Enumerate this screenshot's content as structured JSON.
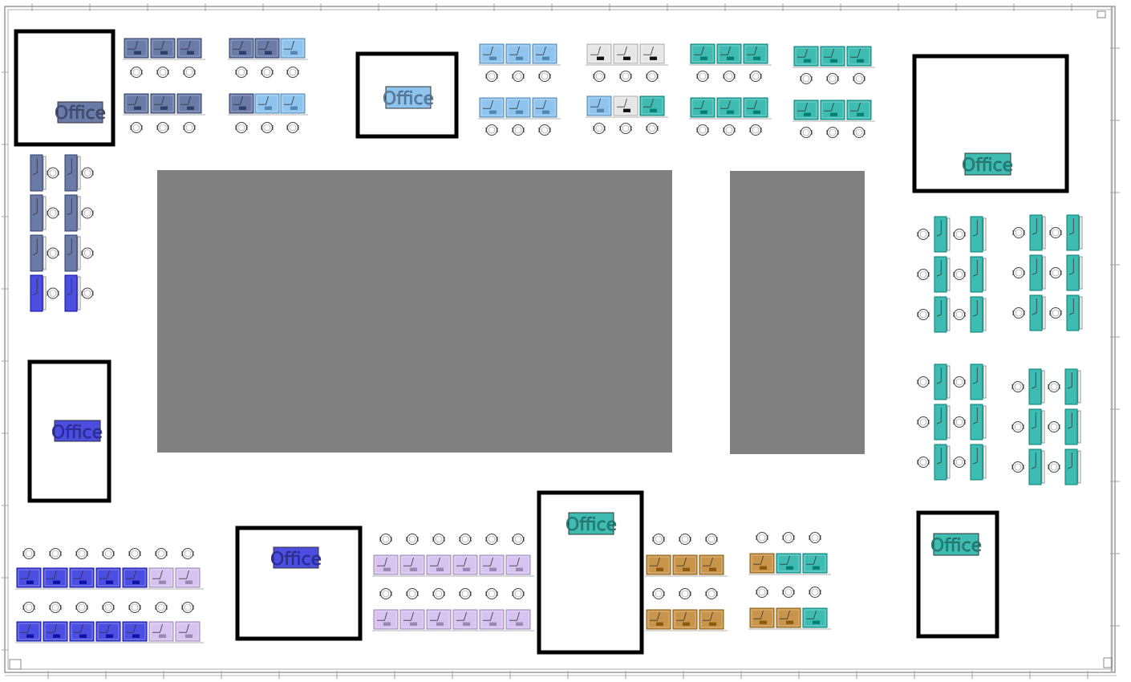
{
  "title": "",
  "office_label": "Office",
  "colors": {
    "navy": "#6b7ba8",
    "light_blue": "#8fc4ee",
    "teal": "#3fbcb2",
    "blue": "#4b4ee0",
    "lavender": "#d7c3f0",
    "tan": "#c8954a",
    "empty": "#e6e6e6",
    "dark_area": "#808080",
    "wall": "#000000"
  },
  "offices": [
    {
      "label": "Office",
      "color": "navy"
    },
    {
      "label": "Office",
      "color": "light_blue"
    },
    {
      "label": "Office",
      "color": "teal"
    },
    {
      "label": "Office",
      "color": "blue"
    },
    {
      "label": "Office",
      "color": "blue"
    },
    {
      "label": "Office",
      "color": "teal"
    },
    {
      "label": "Office",
      "color": "teal"
    }
  ],
  "desk_groups": [
    {
      "group": "top-1",
      "rows": [
        [
          "navy",
          "navy",
          "navy"
        ],
        [
          "navy",
          "navy",
          "navy"
        ]
      ]
    },
    {
      "group": "top-2",
      "rows": [
        [
          "navy",
          "navy",
          "light_blue"
        ],
        [
          "navy",
          "light_blue",
          "light_blue"
        ]
      ]
    },
    {
      "group": "top-3",
      "rows": [
        [
          "light_blue",
          "light_blue",
          "light_blue"
        ],
        [
          "light_blue",
          "light_blue",
          "light_blue"
        ]
      ]
    },
    {
      "group": "top-4",
      "rows": [
        [
          "empty",
          "empty",
          "empty"
        ],
        [
          "light_blue",
          "empty",
          "teal"
        ]
      ]
    },
    {
      "group": "top-5",
      "rows": [
        [
          "teal",
          "teal",
          "teal"
        ],
        [
          "teal",
          "teal",
          "teal"
        ]
      ]
    },
    {
      "group": "top-6",
      "rows": [
        [
          "teal",
          "teal",
          "teal"
        ],
        [
          "teal",
          "teal",
          "teal"
        ]
      ]
    },
    {
      "group": "left-column",
      "cols": [
        [
          "navy",
          "navy",
          "navy",
          "blue"
        ],
        [
          "navy",
          "navy",
          "navy",
          "blue"
        ]
      ]
    },
    {
      "group": "right-1",
      "cols": [
        [
          "teal",
          "teal",
          "teal"
        ],
        [
          "teal",
          "teal",
          "teal"
        ]
      ]
    },
    {
      "group": "right-2",
      "cols": [
        [
          "teal",
          "teal",
          "teal"
        ],
        [
          "teal",
          "teal",
          "teal"
        ]
      ]
    },
    {
      "group": "right-3",
      "cols": [
        [
          "teal",
          "teal",
          "teal"
        ],
        [
          "teal",
          "teal",
          "teal"
        ]
      ]
    },
    {
      "group": "right-4",
      "cols": [
        [
          "teal",
          "teal",
          "teal"
        ],
        [
          "teal",
          "teal",
          "teal"
        ]
      ]
    },
    {
      "group": "bottom-1",
      "rows": [
        [
          "blue",
          "blue",
          "blue",
          "blue",
          "blue",
          "lavender",
          "lavender"
        ],
        [
          "blue",
          "blue",
          "blue",
          "blue",
          "blue",
          "lavender",
          "lavender"
        ]
      ]
    },
    {
      "group": "bottom-2",
      "rows": [
        [
          "lavender",
          "lavender",
          "lavender",
          "lavender",
          "lavender",
          "lavender"
        ],
        [
          "lavender",
          "lavender",
          "lavender",
          "lavender",
          "lavender",
          "lavender"
        ]
      ]
    },
    {
      "group": "bottom-3",
      "rows": [
        [
          "tan",
          "tan",
          "tan"
        ],
        [
          "tan",
          "tan",
          "tan"
        ]
      ]
    },
    {
      "group": "bottom-4",
      "rows": [
        [
          "tan",
          "teal",
          "teal"
        ],
        [
          "tan",
          "tan",
          "teal"
        ]
      ]
    }
  ]
}
